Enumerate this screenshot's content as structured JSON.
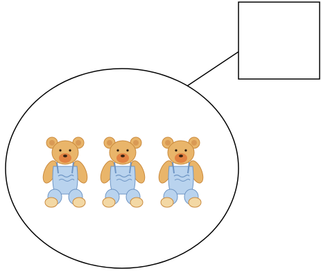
{
  "diagram": {
    "answer_box": {
      "text": ""
    },
    "set": {
      "items": [
        {
          "kind": "teddy-bear",
          "label": ""
        },
        {
          "kind": "teddy-bear",
          "label": ""
        },
        {
          "kind": "teddy-bear",
          "label": ""
        }
      ],
      "count": 3
    },
    "colors": {
      "outline": "#000000",
      "bear_fur": "#e9b56a",
      "bear_fur_shade": "#c98a3e",
      "bear_muzzle": "#e07a3c",
      "overalls": "#b9d3ee",
      "overalls_shade": "#6e95c4",
      "boots": "#f3d8a4"
    }
  }
}
